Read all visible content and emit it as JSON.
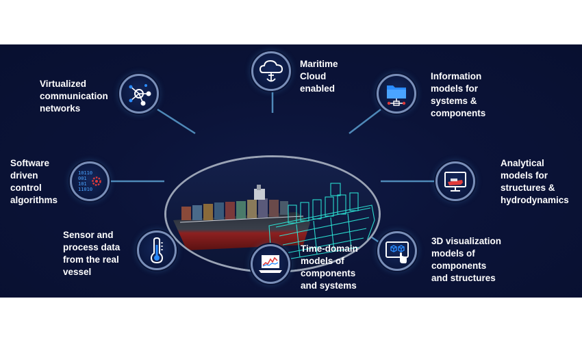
{
  "labels": {
    "maritime_cloud": "Maritime\nCloud\nenabled",
    "virtualized": "Virtualized\ncommunication\nnetworks",
    "information_models": "Information\nmodels for\nsystems &\ncomponents",
    "software_control": "Software\ndriven\ncontrol\nalgorithms",
    "analytical_models": "Analytical\nmodels for\nstructures &\nhydrodynamics",
    "sensor_data": "Sensor and\nprocess data\nfrom the real\nvessel",
    "time_domain": "Time-domain\nmodels of\ncomponents\nand systems",
    "visualization_3d": "3D visualization\nmodels of\ncomponents\nand structures"
  },
  "binary_text": [
    "10110",
    "001",
    "101",
    "11010"
  ],
  "colors": {
    "panel_bg": "#0b1338",
    "node_border": "#7a8fb8",
    "connector": "#4f89b8",
    "icon_blue": "#2a8cff",
    "icon_white": "#ffffff",
    "accent_red": "#e03a3a",
    "ship_hull_red": "#8c2020",
    "wireframe": "#2ee8d8"
  },
  "icons": {
    "maritime_cloud": "cloud-anchor-icon",
    "virtualized": "network-nodes-icon",
    "information_models": "folder-network-icon",
    "software_control": "binary-gear-icon",
    "analytical_models": "monitor-ship-icon",
    "sensor_data": "thermometer-icon",
    "time_domain": "laptop-chart-icon",
    "visualization_3d": "tablet-3d-touch-icon",
    "hub": "container-ship-digital-twin-image"
  }
}
